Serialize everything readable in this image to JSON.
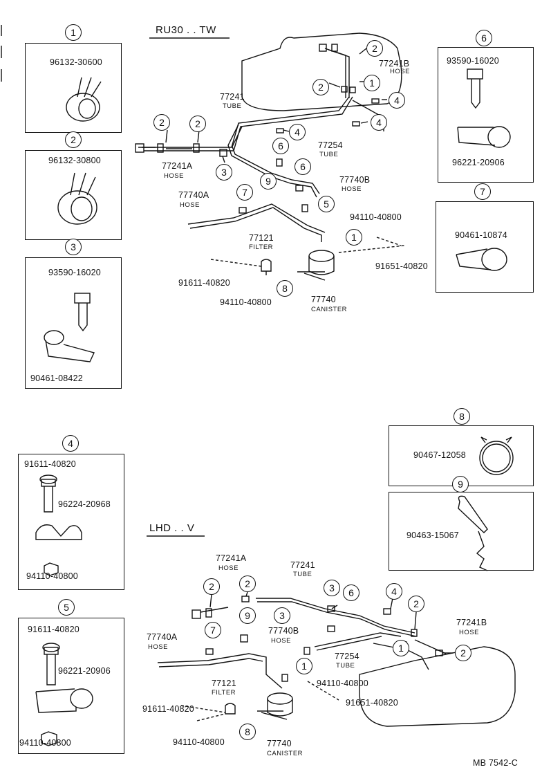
{
  "sections": {
    "top": "RU30 . . TW",
    "bottom": "LHD . . V"
  },
  "footer": "MB 7542-C",
  "callouts": {
    "c1": {
      "num": "1",
      "part": "96132-30600"
    },
    "c2": {
      "num": "2",
      "part": "96132-30800"
    },
    "c3": {
      "num": "3",
      "part_a": "93590-16020",
      "part_b": "90461-08422"
    },
    "c4": {
      "num": "4",
      "part_a": "91611-40820",
      "part_b": "96224-20968",
      "part_c": "94110-40800"
    },
    "c5": {
      "num": "5",
      "part_a": "91611-40820",
      "part_b": "96221-20906",
      "part_c": "94110-40800"
    },
    "c6": {
      "num": "6",
      "part_a": "93590-16020",
      "part_b": "96221-20906"
    },
    "c7": {
      "num": "7",
      "part": "90461-10874"
    },
    "c8": {
      "num": "8",
      "part": "90467-12058"
    },
    "c9": {
      "num": "9",
      "part": "90463-15067"
    }
  },
  "labels": {
    "tube_77241": "77241",
    "tube_word": "TUBE",
    "hose_word": "HOSE",
    "filter_word": "FILTER",
    "canister_word": "CANISTER",
    "p77241B": "77241B",
    "p77241A": "77241A",
    "p77254": "77254",
    "p77740A": "77740A",
    "p77740B": "77740B",
    "p77121": "77121",
    "p77740": "77740",
    "p94110": "94110-40800",
    "p91651": "91651-40820",
    "p91611": "91611-40820"
  }
}
